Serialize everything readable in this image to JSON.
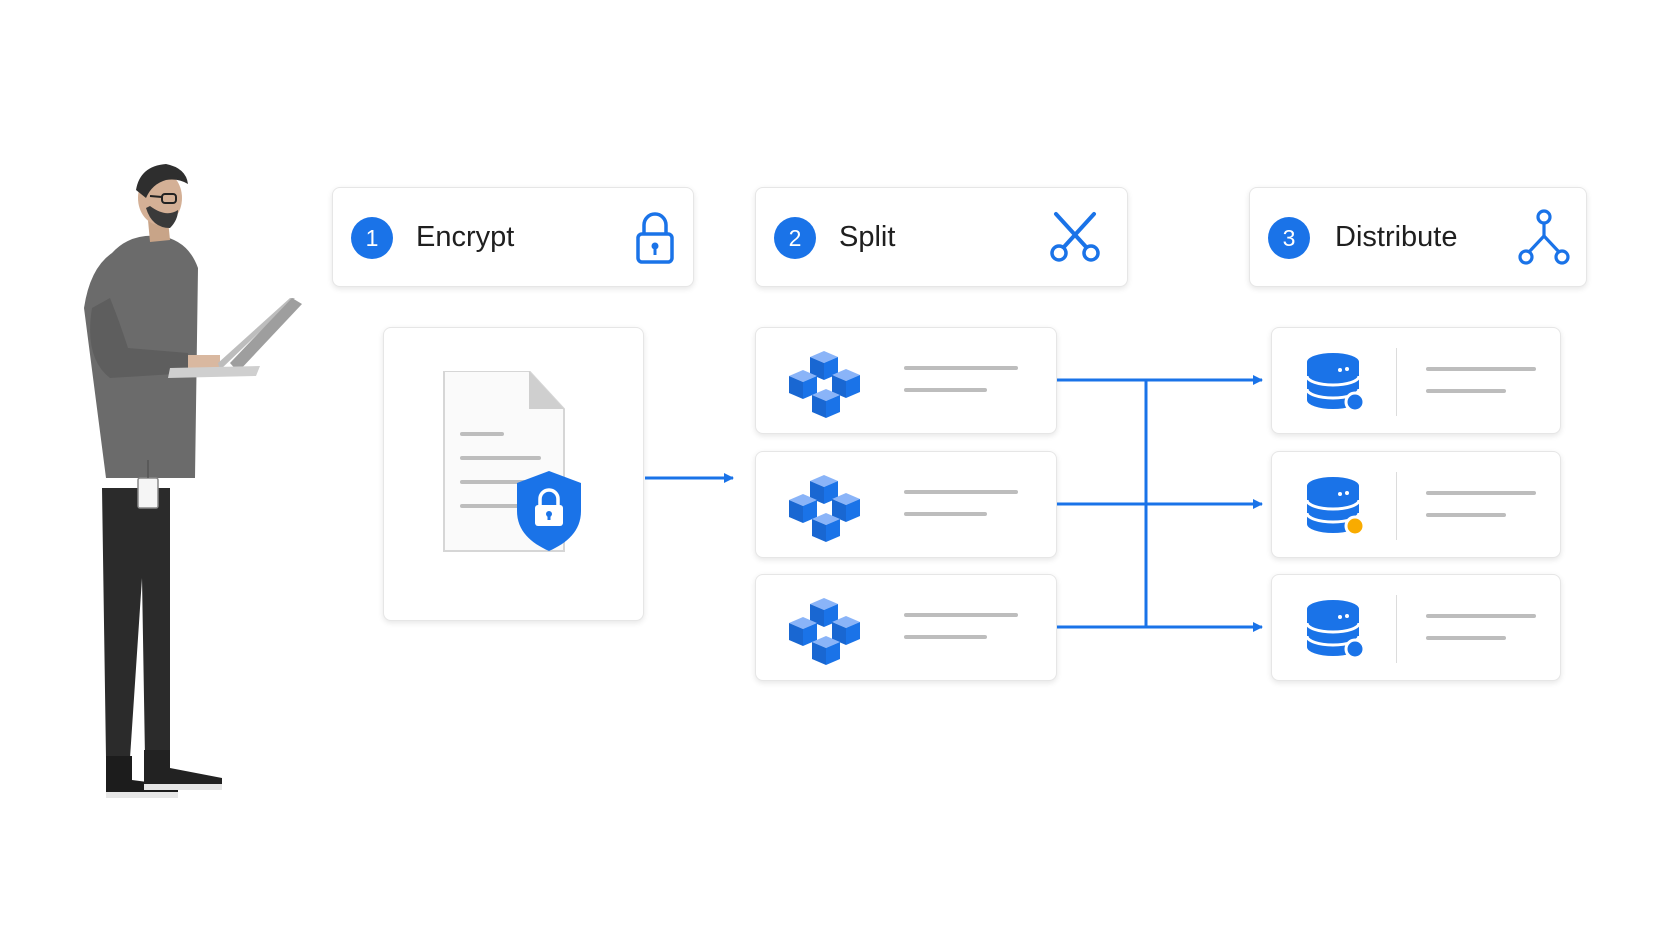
{
  "colors": {
    "accent": "#1a73e8",
    "warning": "#f9ab00",
    "line": "#bdbdbd",
    "card_border": "#e6e6e6"
  },
  "steps": [
    {
      "number": "1",
      "label": "Encrypt",
      "icon": "lock-icon"
    },
    {
      "number": "2",
      "label": "Split",
      "icon": "scissors-icon"
    },
    {
      "number": "3",
      "label": "Distribute",
      "icon": "network-icon"
    }
  ],
  "source": {
    "icon": "encrypted-document-icon"
  },
  "chunks": [
    {
      "icon": "cubes-icon"
    },
    {
      "icon": "cubes-icon"
    },
    {
      "icon": "cubes-icon"
    }
  ],
  "nodes": [
    {
      "icon": "database-icon",
      "status": "blue"
    },
    {
      "icon": "database-icon",
      "status": "yellow"
    },
    {
      "icon": "database-icon",
      "status": "blue"
    }
  ],
  "person": {
    "icon": "person-with-laptop-illustration"
  }
}
